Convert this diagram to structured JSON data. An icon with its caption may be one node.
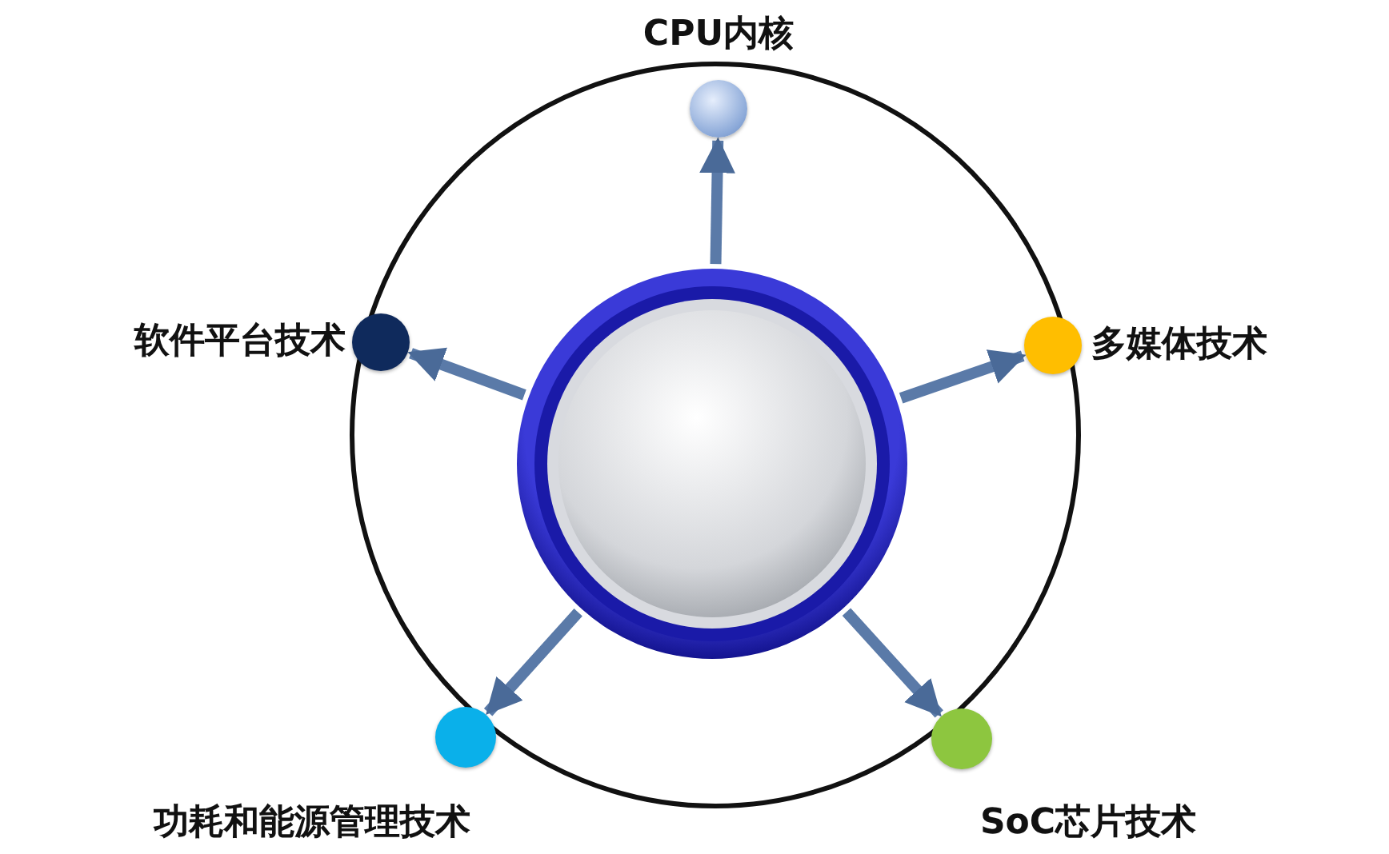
{
  "diagram": {
    "nodes": [
      {
        "text": [],
        "shape": "circle"
      },
      {
        "text": [
          "CPU内核"
        ]
      },
      {
        "text": [
          "软件平台技术"
        ]
      },
      {
        "text": [
          "多媒体技术"
        ]
      },
      {
        "text": [
          "功耗和能源管理技术"
        ]
      },
      {
        "text": [
          "SoC芯片技术"
        ]
      }
    ],
    "edges": [
      {
        "from": 0,
        "to": 1,
        "arrow": "to"
      },
      {
        "from": 0,
        "to": 2,
        "arrow": "to"
      },
      {
        "from": 0,
        "to": 3,
        "arrow": "to"
      },
      {
        "from": 0,
        "to": 4,
        "arrow": "to"
      },
      {
        "from": 0,
        "to": 5,
        "arrow": "to"
      }
    ]
  }
}
